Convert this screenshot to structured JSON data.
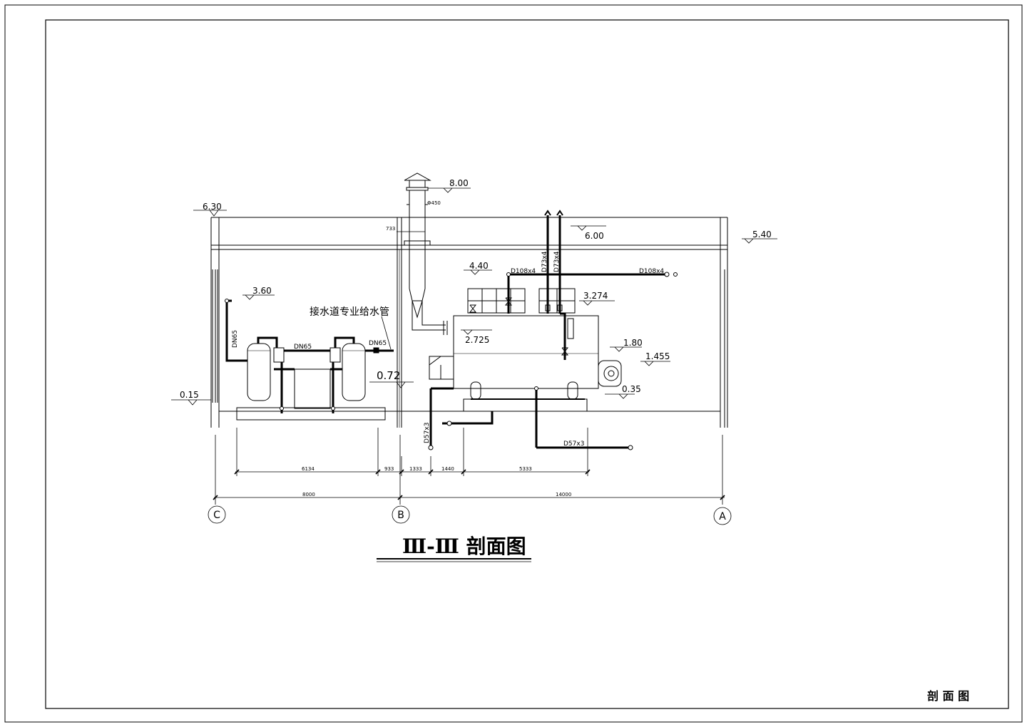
{
  "drawing": {
    "title": "Ⅲ-Ⅲ 剖面图",
    "sheet_label": "剖 面 图"
  },
  "axes": {
    "c": "C",
    "b": "B",
    "a": "A"
  },
  "elevations": {
    "roof_left": "6.30",
    "chimney_top": "8.00",
    "roof_mid": "6.00",
    "roof_right": "5.40",
    "pipe_upper": "4.40",
    "pipe_left": "3.60",
    "boiler_top": "3.274",
    "flue_outlet": "2.725",
    "burner": "1.80",
    "burner_low": "1.455",
    "wall_mark": "0.72",
    "base_right": "0.35",
    "floor_left": "0.15"
  },
  "pipe_labels": {
    "water_supply_note": "接水道专业给水管",
    "dn65_vertical": "DN65",
    "dn65_mid": "DN65",
    "dn65_right": "DN65",
    "chimney_dia": "Φ450",
    "chimney_offset": "733",
    "d108_left": "D108x4",
    "d108_right": "D108x4",
    "d73_a": "D73x4",
    "d73_b": "D73x4",
    "d57_vertical": "D57x3",
    "d57_horizontal": "D57x3"
  },
  "dimensions": {
    "d6134": "6134",
    "d933": "933",
    "d1333": "1333",
    "d1440": "1440",
    "d5333": "5333",
    "d8000": "8000",
    "d14000": "14000"
  }
}
